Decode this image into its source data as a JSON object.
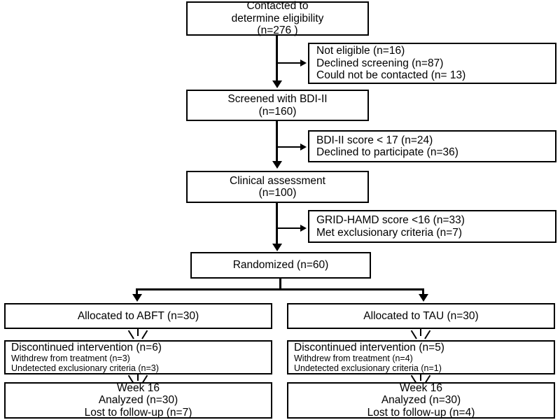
{
  "diagram": {
    "title": "CONSORT participant flow diagram",
    "colors": {
      "stroke": "#000000",
      "background": "#ffffff",
      "text": "#000000"
    },
    "nodes": {
      "contacted": {
        "name": "contacted-to-determine-eligibility",
        "lines": [
          "Contacted to",
          "determine eligibility",
          "(n=276 )"
        ]
      },
      "excluded_1": {
        "name": "excluded-after-contact",
        "lines": [
          "Not eligible (n=16)",
          "Declined screening (n=87)",
          "Could not be contacted (n= 13)"
        ]
      },
      "screened": {
        "name": "screened-with-bdi-ii",
        "lines": [
          "Screened with BDI-II",
          "(n=160)"
        ]
      },
      "excluded_2": {
        "name": "excluded-after-screening",
        "lines": [
          "BDI-II score < 17 (n=24)",
          "Declined to participate (n=36)"
        ]
      },
      "clinical": {
        "name": "clinical-assessment",
        "lines": [
          "Clinical assessment",
          "(n=100)"
        ]
      },
      "excluded_3": {
        "name": "excluded-after-clinical-assessment",
        "lines": [
          "GRID-HAMD score <16 (n=33)",
          "Met exclusionary criteria (n=7)"
        ]
      },
      "randomized": {
        "name": "randomized",
        "lines": [
          "Randomized (n=60)"
        ]
      },
      "alloc_abft": {
        "name": "allocated-to-abft",
        "lines": [
          "Allocated to ABFT (n=30)"
        ]
      },
      "alloc_tau": {
        "name": "allocated-to-tau",
        "lines": [
          "Allocated to TAU (n=30)"
        ]
      },
      "disc_abft": {
        "name": "discontinued-intervention-abft",
        "heading": "Discontinued intervention (n=6)",
        "details": [
          "Withdrew from treatment (n=3)",
          "Undetected exclusionary criteria (n=3)"
        ]
      },
      "disc_tau": {
        "name": "discontinued-intervention-tau",
        "heading": "Discontinued intervention (n=5)",
        "details": [
          "Withdrew from treatment (n=4)",
          "Undetected exclusionary criteria (n=1)"
        ]
      },
      "week16_abft": {
        "name": "week-16-analysis-abft",
        "lines": [
          "Week 16",
          "Analyzed  (n=30)",
          "Lost to follow-up (n=7)"
        ]
      },
      "week16_tau": {
        "name": "week-16-analysis-tau",
        "lines": [
          "Week 16",
          "Analyzed  (n=30)",
          "Lost to follow-up (n=4)"
        ]
      }
    },
    "flow_data": {
      "type": "flowchart",
      "stages": [
        {
          "label": "Contacted to determine eligibility",
          "n": 276
        },
        {
          "label": "Screened with BDI-II",
          "n": 160
        },
        {
          "label": "Clinical assessment",
          "n": 100
        },
        {
          "label": "Randomized",
          "n": 60
        }
      ],
      "exclusions": [
        {
          "after": "Contacted to determine eligibility",
          "reasons": [
            {
              "reason": "Not eligible",
              "n": 16
            },
            {
              "reason": "Declined screening",
              "n": 87
            },
            {
              "reason": "Could not be contacted",
              "n": 13
            }
          ]
        },
        {
          "after": "Screened with BDI-II",
          "reasons": [
            {
              "reason": "BDI-II score < 17",
              "n": 24
            },
            {
              "reason": "Declined to participate",
              "n": 36
            }
          ]
        },
        {
          "after": "Clinical assessment",
          "reasons": [
            {
              "reason": "GRID-HAMD score <16",
              "n": 33
            },
            {
              "reason": "Met exclusionary criteria",
              "n": 7
            }
          ]
        }
      ],
      "arms": [
        {
          "name": "ABFT",
          "allocated": 30,
          "discontinued": 6,
          "discontinued_reasons": [
            {
              "reason": "Withdrew from treatment",
              "n": 3
            },
            {
              "reason": "Undetected exclusionary criteria",
              "n": 3
            }
          ],
          "analyzed": 30,
          "lost_to_follow_up": 7,
          "timepoint": "Week 16"
        },
        {
          "name": "TAU",
          "allocated": 30,
          "discontinued": 5,
          "discontinued_reasons": [
            {
              "reason": "Withdrew from treatment",
              "n": 4
            },
            {
              "reason": "Undetected exclusionary criteria",
              "n": 1
            }
          ],
          "analyzed": 30,
          "lost_to_follow_up": 4,
          "timepoint": "Week 16"
        }
      ]
    }
  }
}
